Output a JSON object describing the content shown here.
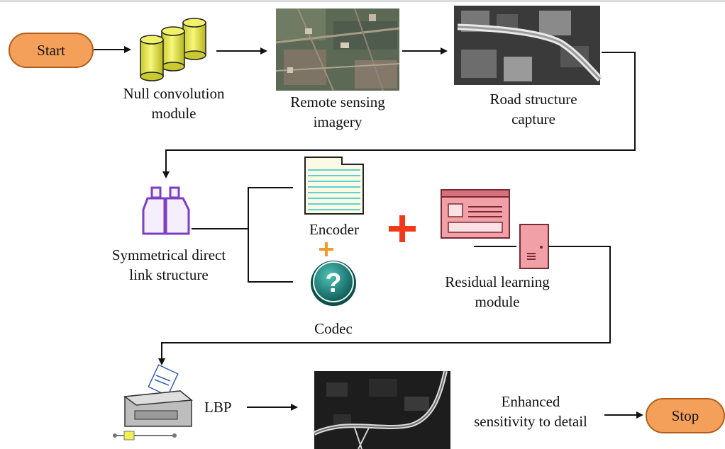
{
  "diagram": {
    "start_label": "Start",
    "stop_label": "Stop",
    "null_conv": [
      "Null convolution",
      "module"
    ],
    "remote_sensing": [
      "Remote sensing",
      "imagery"
    ],
    "road_capture": [
      "Road structure",
      "capture"
    ],
    "symmetrical": [
      "Symmetrical direct",
      "link structure"
    ],
    "encoder": "Encoder",
    "codec": "Codec",
    "codec_symbol": "?",
    "residual": [
      "Residual learning",
      "module"
    ],
    "lbp": "LBP",
    "enhanced": [
      "Enhanced",
      "sensitivity to detail"
    ],
    "colors": {
      "terminal_fill": "#f4a05b",
      "terminal_border": "#b35d1a",
      "cylinder_fill": "#e9e94a",
      "bottle_stroke": "#7b3fc4",
      "encoder_lines": "#5fd0d6",
      "plus": "#f03a1a",
      "residual_fill": "#f2a0a8",
      "codec_fill": "#1f8a83"
    }
  }
}
